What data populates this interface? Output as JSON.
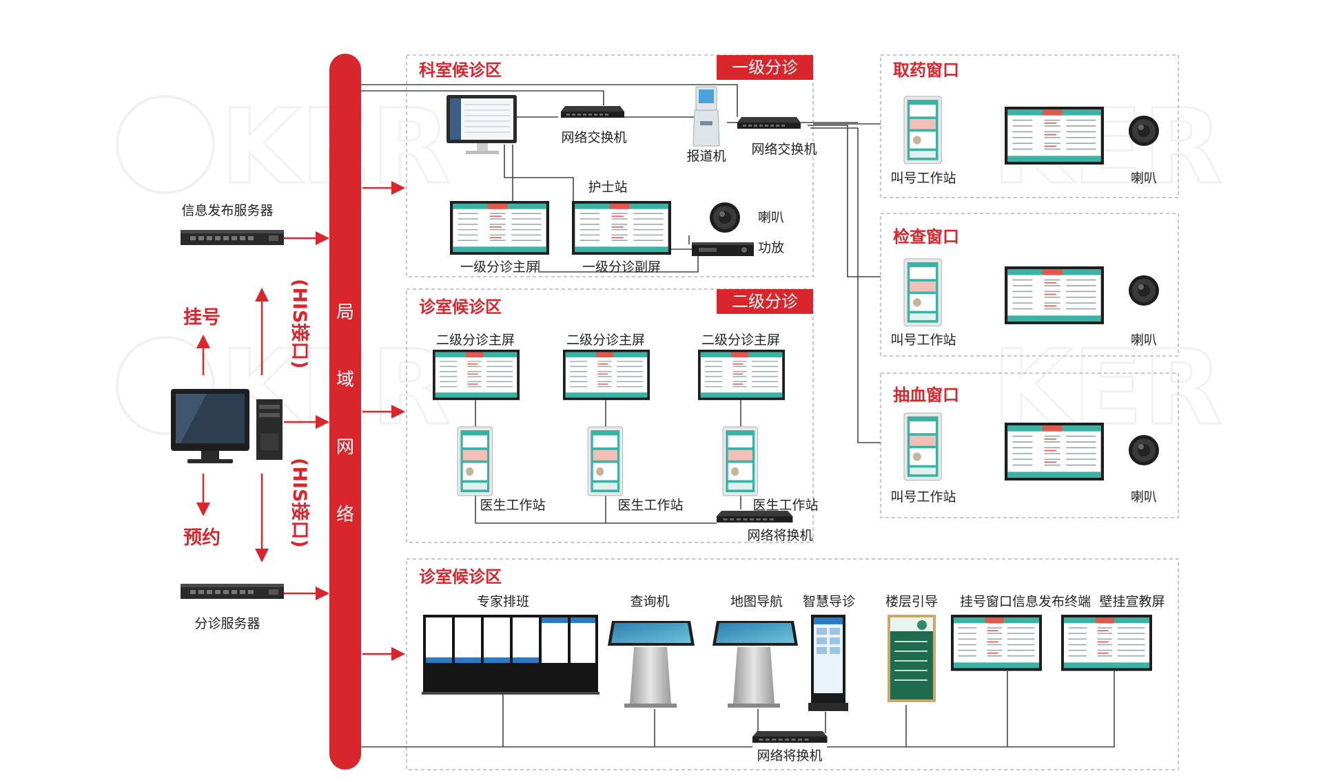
{
  "watermark": "KER",
  "bus": {
    "chars": [
      "局",
      "域",
      "网",
      "络"
    ],
    "color": "#d9262c"
  },
  "left": {
    "info_server": "信息发布服务器",
    "triage_server": "分诊服务器",
    "register": "挂号",
    "appointment": "预约",
    "his_top": "(HIS接口)",
    "his_bottom": "(HIS接口)"
  },
  "zones": {
    "dept": {
      "title": "科室候诊区",
      "tag": "一级分诊",
      "switch1": "网络交换机",
      "kiosk": "报道机",
      "switch2": "网络交换机",
      "nurse": "护士站",
      "speaker": "喇叭",
      "amp": "功放",
      "main_screen": "一级分诊主屏",
      "sub_screen": "一级分诊副屏"
    },
    "clinic": {
      "title": "诊室候诊区",
      "tag": "二级分诊",
      "screens": [
        "二级分诊主屏",
        "二级分诊主屏",
        "二级分诊主屏"
      ],
      "doctors": [
        "医生工作站",
        "医生工作站",
        "医生工作站"
      ],
      "switch": "网络将换机"
    },
    "hall": {
      "title": "诊室候诊区",
      "labels": [
        "专家排班",
        "查询机",
        "地图导航",
        "智慧导诊",
        "楼层引导",
        "挂号窗口信息发布终端",
        "壁挂宣教屏"
      ],
      "switch": "网络将换机"
    },
    "windows": [
      {
        "title": "取药窗口",
        "station": "叫号工作站",
        "speaker": "喇叭"
      },
      {
        "title": "检查窗口",
        "station": "叫号工作站",
        "speaker": "喇叭"
      },
      {
        "title": "抽血窗口",
        "station": "叫号工作站",
        "speaker": "喇叭"
      }
    ]
  },
  "colors": {
    "accent": "#d9262c",
    "teal": "#3bb3a4",
    "line": "#444444",
    "dash": "#b5b5b5"
  }
}
